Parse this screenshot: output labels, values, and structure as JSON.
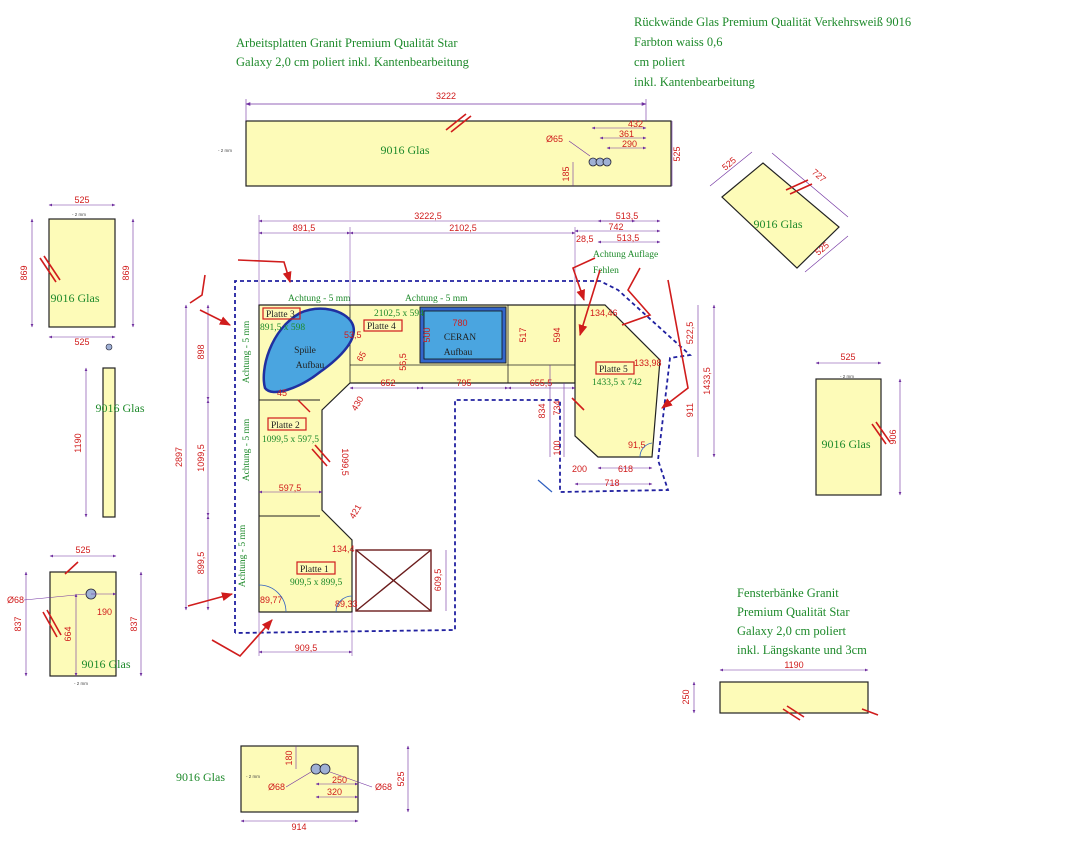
{
  "notes": {
    "arbeitsplatten": [
      "Arbeitsplatten Granit Premium Qualität Star",
      "Galaxy 2,0 cm poliert inkl. Kantenbearbeitung"
    ],
    "rueckwaende": [
      "Rückwände Glas Premium Qualität Verkehrsweiß   9016",
      "Farbton waiss   0,6",
      "cm poliert",
      "inkl. Kantenbearbeitung"
    ],
    "fensterbaenke": [
      "Fensterbänke Granit",
      "Premium Qualität Star",
      "Galaxy 2,0 cm poliert",
      "inkl. Längskante und 3cm"
    ]
  },
  "panel_label": "9016 Glas",
  "small_mm": "- 2 mm",
  "panels": {
    "top": {
      "w": "3222",
      "h": "525",
      "hole": "Ø65",
      "d1": "432",
      "d2": "361",
      "d3": "290",
      "d4": "185"
    },
    "tr_rot": {
      "w": "525",
      "h": "727",
      "h2": "525"
    },
    "left1": {
      "w": "525",
      "w2": "525",
      "h": "869",
      "h2": "869"
    },
    "left2": {
      "h": "1190"
    },
    "left3": {
      "w": "525",
      "h": "837",
      "h2": "837",
      "hole": "Ø68",
      "d1": "190",
      "d2": "664"
    },
    "bottom": {
      "w": "914",
      "h": "525",
      "hole1": "Ø68",
      "hole2": "Ø68",
      "d1": "180",
      "d2": "250",
      "d3": "320"
    },
    "right": {
      "w": "525",
      "h": "906"
    },
    "fenster": {
      "w": "1190",
      "h": "250"
    }
  },
  "plan": {
    "top_total": "3222,5",
    "top_a": "891,5",
    "top_b": "2102,5",
    "top_r1": "513,5",
    "top_r2": "742",
    "top_r3": "28,5",
    "top_r4": "513,5",
    "achtung_top1": "Achtung - 5 mm",
    "achtung_top2": "Achtung - 5 mm",
    "achtung_left1": "Achtung - 5 mm",
    "achtung_left2": "Achtung - 5 mm",
    "achtung_left3": "Achtung - 5 mm",
    "auflage": [
      "Achtung Auflage",
      "Fehlen"
    ],
    "platte3": {
      "name": "Platte 3",
      "size": "891,5 x 598"
    },
    "platte4": {
      "name": "Platte 4",
      "size": "2102,5 x 594"
    },
    "platte2": {
      "name": "Platte 2",
      "size": "1099,5 x 597,5"
    },
    "platte1": {
      "name": "Platte 1",
      "size": "909,5 x 899,5"
    },
    "platte5": {
      "name": "Platte 5",
      "size": "1433,5 x 742"
    },
    "spuele": [
      "Spüle",
      "Aufbau"
    ],
    "ceran": [
      "CERAN",
      "Aufbau"
    ],
    "left_total": "2897",
    "left_a": "898",
    "left_b": "1099,5",
    "left_c": "899,5",
    "d_780": "780",
    "d_500": "500",
    "d_517": "517",
    "d_594": "594",
    "d_652": "652",
    "d_795": "795",
    "d_655": "655,5",
    "d_430": "430",
    "d_1099": "1099,5",
    "d_421": "421",
    "d_134a": "134,46",
    "d_133": "133,98",
    "d_134b": "134,4",
    "d_522": "522,5",
    "d_911": "911",
    "d_1433": "1433,5",
    "d_834": "834",
    "d_734": "734",
    "d_100": "100",
    "d_200": "200",
    "d_618": "618",
    "d_718": "718",
    "d_915": "91,5",
    "d_597": "597,5",
    "d_8977": "89,77",
    "d_8933": "89,33",
    "d_609": "609,5",
    "d_9095": "909,5",
    "d_535": "53,5",
    "d_565": "56,5",
    "d_65": "65",
    "d_45": "45"
  }
}
